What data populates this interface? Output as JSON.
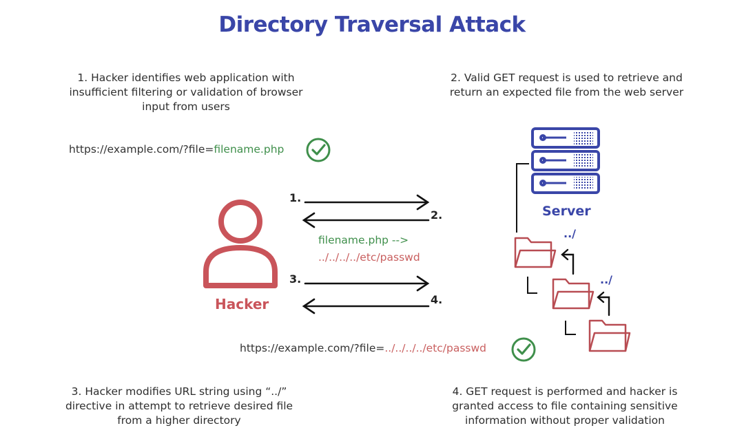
{
  "title": "Directory Traversal Attack",
  "steps": {
    "step1": [
      "1. Hacker identifies web application with",
      "insufficient filtering or validation of browser",
      "input from users"
    ],
    "step2": [
      "2. Valid GET request is used to retrieve and",
      "return an expected file from the web server"
    ],
    "step3": [
      "3. Hacker modifies URL string using “../”",
      "directive in attempt to retrieve desired file",
      "from a higher directory"
    ],
    "step4": [
      "4. GET request is performed and hacker is",
      "granted access to file containing sensitive",
      "information without proper validation"
    ]
  },
  "url_valid": {
    "base": "https://example.com/?file=",
    "param": "filename.php"
  },
  "url_malicious": {
    "base": "https://example.com/?file=",
    "param": "../../../../etc/passwd"
  },
  "middle": {
    "from": "filename.php -->",
    "to": "../../../../etc/passwd"
  },
  "arrow_labels": [
    "1.",
    "2.",
    "3.",
    "4."
  ],
  "hacker_label": "Hacker",
  "server_label": "Server",
  "dir_up": [
    "../",
    "../"
  ],
  "colors": {
    "title": "#3a46a8",
    "hacker": "#c9545a",
    "check": "#3f8f4b",
    "folder": "#b84c52",
    "server": "#3a46a8"
  }
}
